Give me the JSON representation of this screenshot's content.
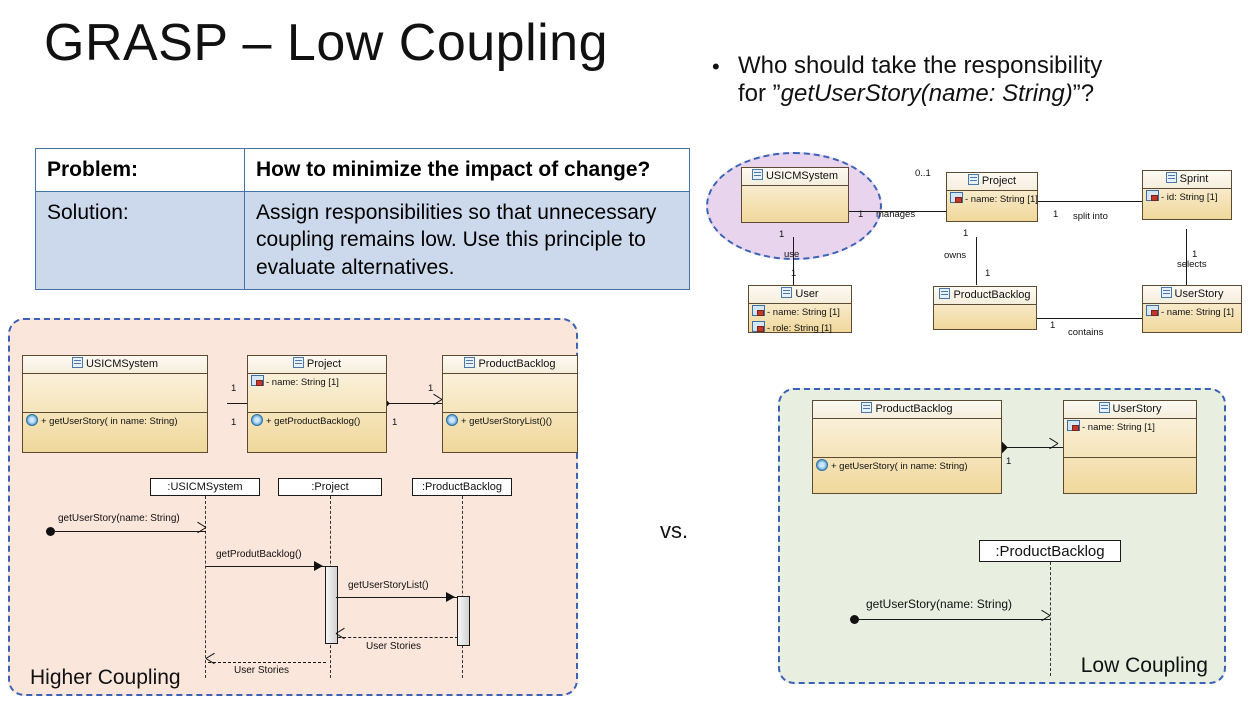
{
  "slide": {
    "title": "GRASP – Low Coupling",
    "vs_label": "vs."
  },
  "question": {
    "bullet_glyph": "•",
    "line1": "Who should take the responsibility",
    "line2_prefix": "for ”",
    "line2_italic": "getUserStory(name: String)",
    "line2_suffix": "”?"
  },
  "table": {
    "rows": [
      {
        "label": "Problem:",
        "text": "How to minimize the impact of change?"
      },
      {
        "label": "Solution:",
        "text": "Assign responsibilities so that unnecessary coupling remains low. Use this principle to evaluate alternatives."
      }
    ]
  },
  "domain_diagram": {
    "classes": {
      "usicmsystem": {
        "name": "USICMSystem"
      },
      "user": {
        "name": "User",
        "attrs": [
          "- name: String [1]",
          "- role: String [1]"
        ]
      },
      "project": {
        "name": "Project",
        "attrs": [
          "- name: String [1]"
        ]
      },
      "productbacklog": {
        "name": "ProductBacklog"
      },
      "sprint": {
        "name": "Sprint",
        "attrs": [
          "- id: String [1]"
        ]
      },
      "userstory": {
        "name": "UserStory",
        "attrs": [
          "- name: String [1]"
        ]
      }
    },
    "associations": {
      "manages": {
        "label": "manages",
        "mult_left": "0..1",
        "mult_right": "1"
      },
      "use": {
        "label": "use",
        "mult_top": "1",
        "mult_bottom": "1"
      },
      "owns": {
        "label": "owns",
        "mult_top": "1",
        "mult_bottom": "1"
      },
      "split_into": {
        "label": "split into",
        "mult_left": "1"
      },
      "selects": {
        "label": "selects",
        "mult": "1"
      },
      "contains": {
        "label": "contains",
        "mult_left": "1"
      }
    },
    "highlight": "USICMSystem"
  },
  "higher_coupling": {
    "panel_label": "Higher Coupling",
    "classes": {
      "usicmsystem": {
        "name": "USICMSystem",
        "ops": [
          "+ getUserStory(  in name: String)"
        ]
      },
      "project": {
        "name": "Project",
        "attrs": [
          "- name: String [1]"
        ],
        "ops": [
          "+ getProductBacklog()"
        ]
      },
      "productbacklog": {
        "name": "ProductBacklog",
        "ops": [
          "+ getUserStoryList()()"
        ]
      }
    },
    "multiplicities": [
      "1",
      "1",
      "1",
      "1"
    ],
    "sequence": {
      "lifelines": [
        ":USICMSystem",
        ":Project",
        ":ProductBacklog"
      ],
      "messages": [
        "getUserStory(name: String)",
        "getProdutBacklog()",
        "getUserStoryList()",
        "User Stories",
        "User Stories"
      ]
    }
  },
  "low_coupling": {
    "panel_label": "Low Coupling",
    "classes": {
      "productbacklog": {
        "name": "ProductBacklog",
        "ops": [
          "+ getUserStory(  in name: String)"
        ]
      },
      "userstory": {
        "name": "UserStory",
        "attrs": [
          "- name: String [1]"
        ]
      }
    },
    "multiplicity": "1",
    "sequence": {
      "lifelines": [
        ":ProductBacklog"
      ],
      "messages": [
        "getUserStory(name: String)"
      ]
    }
  },
  "colors": {
    "panel_higher_bg": "#fbe6dc",
    "panel_low_bg": "#e8efe0",
    "panel_border": "#3b62b5",
    "table_solution_bg": "#ccd9ec",
    "table_border": "#4472a8",
    "highlight_ellipse": "#cba0d6",
    "uml_fill_top": "#fdf6e8",
    "uml_fill_bottom": "#f0d89b"
  }
}
